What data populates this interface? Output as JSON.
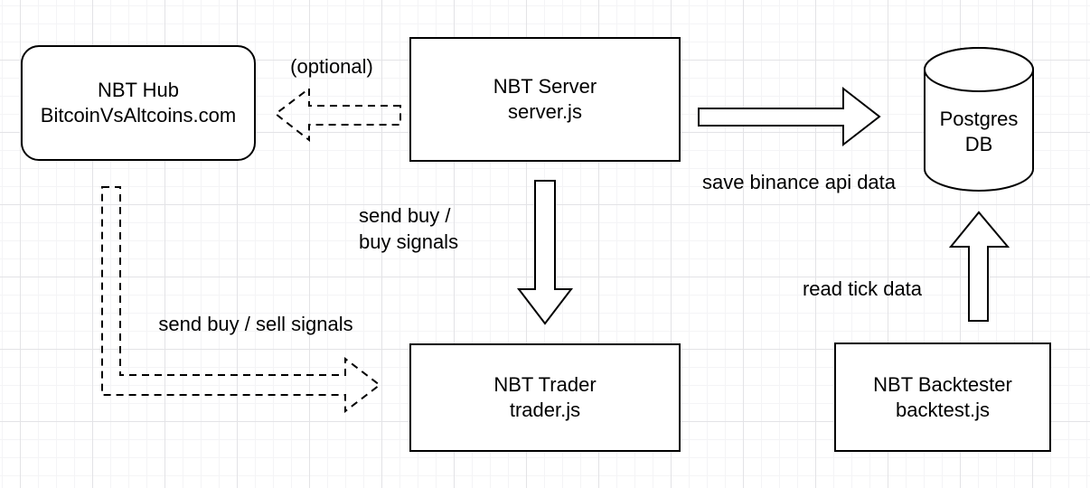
{
  "diagram": {
    "nodes": {
      "hub": {
        "line1": "NBT Hub",
        "line2": "BitcoinVsAltcoins.com"
      },
      "server": {
        "line1": "NBT Server",
        "line2": "server.js"
      },
      "postgres": {
        "line1": "Postgres",
        "line2": "DB"
      },
      "trader": {
        "line1": "NBT Trader",
        "line2": "trader.js"
      },
      "backtester": {
        "line1": "NBT Backtester",
        "line2": "backtest.js"
      }
    },
    "edge_labels": {
      "optional": "(optional)",
      "save_binance": "save binance api data",
      "send_buy_buy_line1": "send buy /",
      "send_buy_buy_line2": "buy signals",
      "send_buy_sell": "send buy / sell signals",
      "read_tick": "read tick data"
    },
    "colors": {
      "stroke": "#000000",
      "shape_fill": "#ffffff",
      "background": "#ffffff",
      "grid_minor": "#f4f4f6",
      "grid_major": "#e3e3e6"
    }
  }
}
